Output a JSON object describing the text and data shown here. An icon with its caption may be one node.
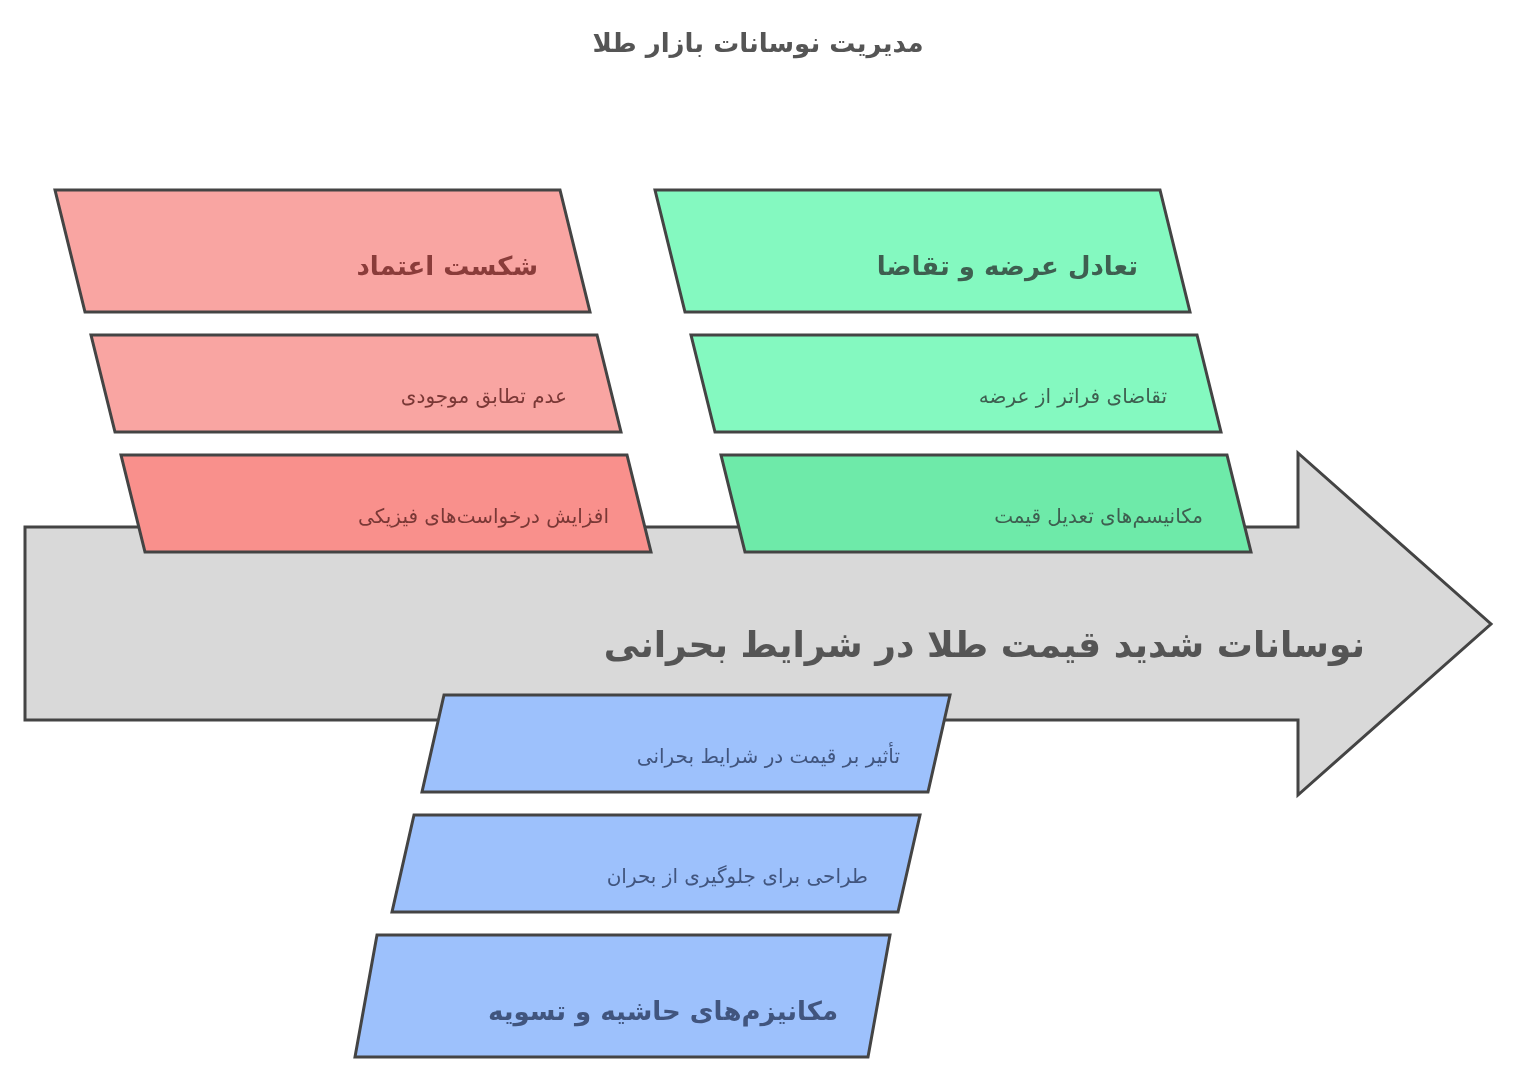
{
  "diagram": {
    "title": "مدیریت نوسانات بازار طلا",
    "nodes": [
      {
        "text": [
          "شکست اعتماد"
        ]
      },
      {
        "text": [
          "عدم تطابق موجودی"
        ]
      },
      {
        "text": [
          "افزایش درخواست‌های فیزیکی"
        ]
      },
      {
        "text": [
          "تعادل عرضه و تقاضا"
        ]
      },
      {
        "text": [
          "تقاضای فراتر از عرضه"
        ]
      },
      {
        "text": [
          "مکانیسم‌های تعدیل قیمت"
        ]
      },
      {
        "text": [
          "نوسانات شدید قیمت طلا در شرایط بحرانی"
        ]
      },
      {
        "text": [
          "تأثیر بر قیمت در شرایط بحرانی"
        ]
      },
      {
        "text": [
          "طراحی برای جلوگیری از بحران"
        ]
      },
      {
        "text": [
          "مکانیزم‌های حاشیه و تسویه"
        ]
      }
    ],
    "edges": []
  }
}
